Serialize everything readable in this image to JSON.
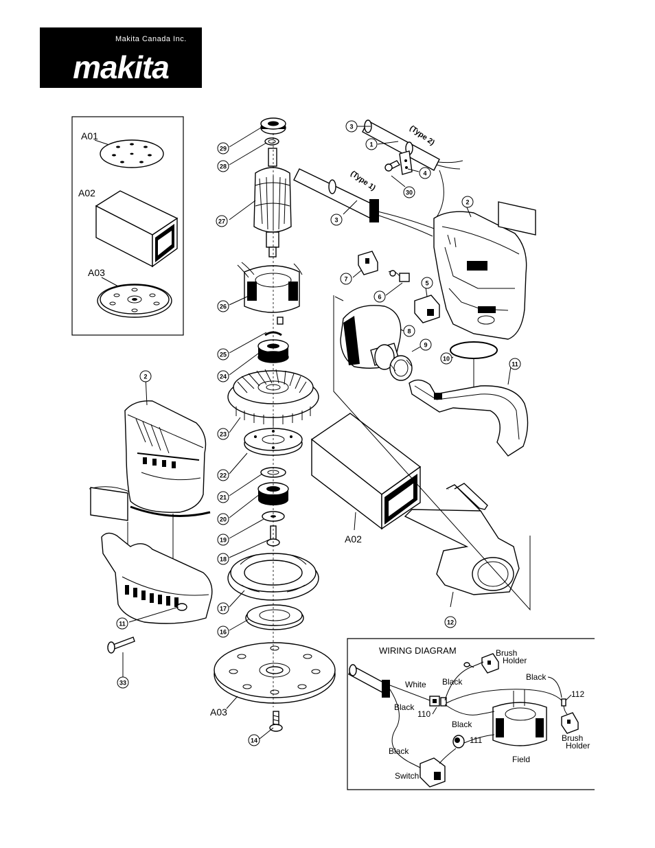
{
  "header": {
    "company": "Makita Canada Inc.",
    "logo_text": "makita"
  },
  "kit_labels": {
    "a01": "A01",
    "a02": "A02",
    "a03": "A03",
    "a02_main": "A02",
    "a03_main": "A03"
  },
  "type_labels": {
    "type1": "(Type 1)",
    "type2": "(Type 2)"
  },
  "callouts": [
    {
      "id": "c29",
      "text": "29"
    },
    {
      "id": "c28",
      "text": "28"
    },
    {
      "id": "c27",
      "text": "27"
    },
    {
      "id": "c26",
      "text": "26"
    },
    {
      "id": "c25",
      "text": "25"
    },
    {
      "id": "c24",
      "text": "24"
    },
    {
      "id": "c23",
      "text": "23"
    },
    {
      "id": "c22",
      "text": "22"
    },
    {
      "id": "c21",
      "text": "21"
    },
    {
      "id": "c20",
      "text": "20"
    },
    {
      "id": "c19",
      "text": "19"
    },
    {
      "id": "c18",
      "text": "18"
    },
    {
      "id": "c17",
      "text": "17"
    },
    {
      "id": "c16",
      "text": "16"
    },
    {
      "id": "c14",
      "text": "14"
    },
    {
      "id": "c3a",
      "text": "3"
    },
    {
      "id": "c1",
      "text": "1"
    },
    {
      "id": "c4",
      "text": "4"
    },
    {
      "id": "c30",
      "text": "30"
    },
    {
      "id": "c3b",
      "text": "3"
    },
    {
      "id": "c2r",
      "text": "2"
    },
    {
      "id": "c7",
      "text": "7"
    },
    {
      "id": "c6",
      "text": "6"
    },
    {
      "id": "c5",
      "text": "5"
    },
    {
      "id": "c8",
      "text": "8"
    },
    {
      "id": "c9",
      "text": "9"
    },
    {
      "id": "c10",
      "text": "10"
    },
    {
      "id": "c11r",
      "text": "11"
    },
    {
      "id": "c12",
      "text": "12"
    },
    {
      "id": "c2l",
      "text": "2"
    },
    {
      "id": "c11l",
      "text": "11"
    },
    {
      "id": "c33",
      "text": "33"
    }
  ],
  "wiring": {
    "title": "WIRING DIAGRAM",
    "labels": {
      "brush_holder_top_1": "Brush",
      "brush_holder_top_2": "Holder",
      "black_1": "Black",
      "black_2": "Black",
      "white": "White",
      "black_3": "Black",
      "n110": "110",
      "black_4": "Black",
      "n112": "112",
      "brush_holder_right_1": "Brush",
      "brush_holder_right_2": "Holder",
      "n111": "111",
      "black_5": "Black",
      "field": "Field",
      "switch": "Switch"
    }
  }
}
